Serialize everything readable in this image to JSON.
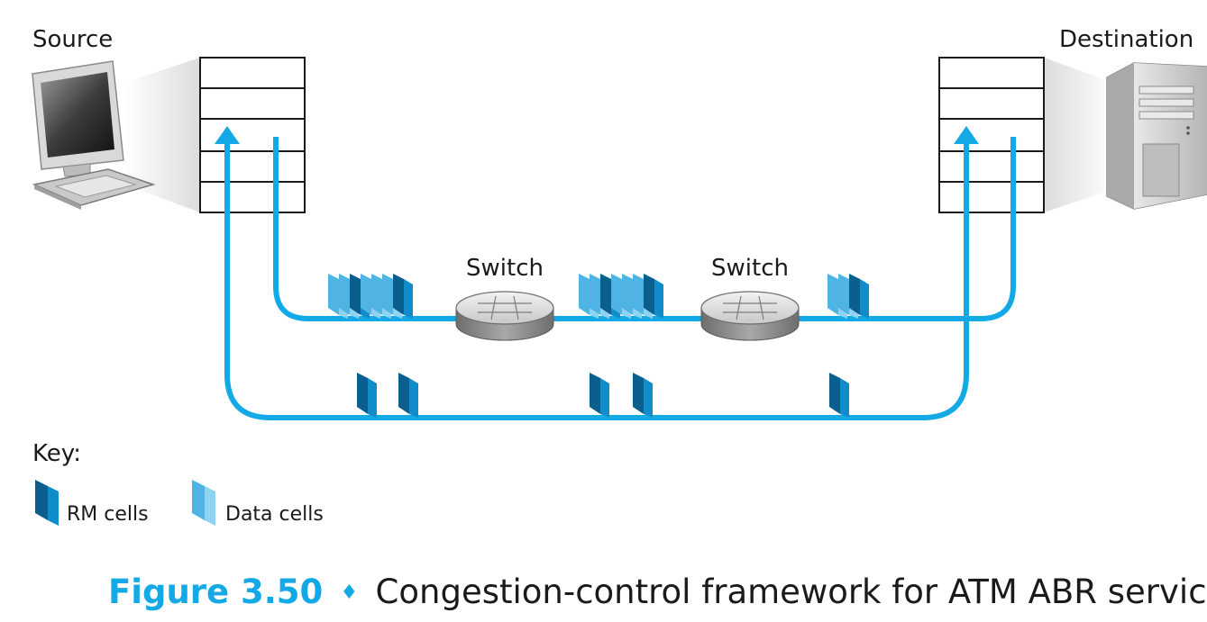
{
  "labels": {
    "source": "Source",
    "destination": "Destination",
    "switch_left": "Switch",
    "switch_right": "Switch"
  },
  "key": {
    "title": "Key:",
    "rm_label": "RM cells",
    "data_label": "Data cells"
  },
  "caption": {
    "figure": "Figure 3.50",
    "separator": "♦",
    "text": "Congestion-control framework for ATM ABR service"
  },
  "colors": {
    "link": "#12a9e6",
    "rm_cell": "#0f8cc9",
    "rm_cell_edge": "#0a5f8e",
    "data_cell": "#8fd2f2",
    "data_cell_edge": "#4fb3e3",
    "caption_accent": "#12a9e6",
    "text": "#1a1a1a"
  }
}
